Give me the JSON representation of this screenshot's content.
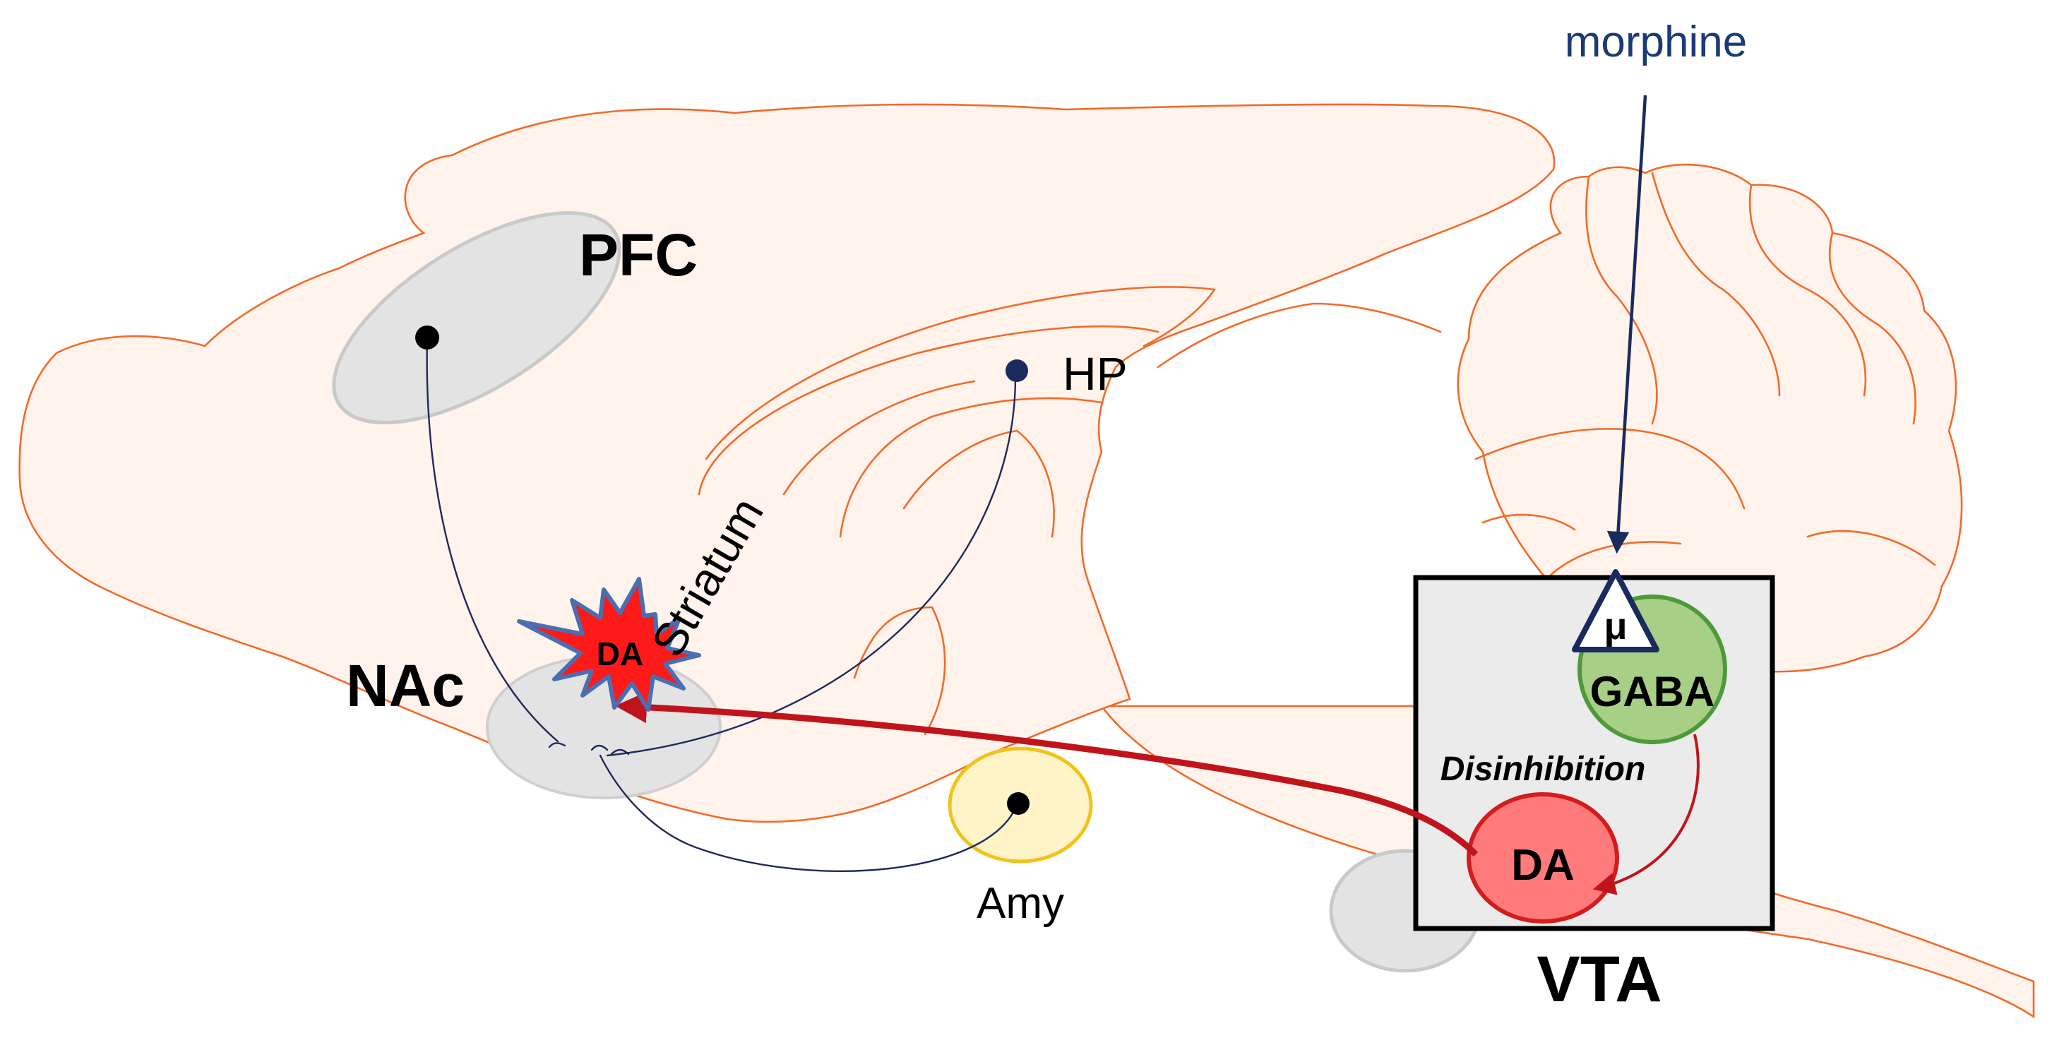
{
  "labels": {
    "morphine": "morphine",
    "pfc": "PFC",
    "hp": "HP",
    "striatum": "Striatum",
    "nac": "NAc",
    "da_burst": "DA",
    "amy": "Amy",
    "mu": "μ",
    "gaba": "GABA",
    "disinhibition": "Disinhibition",
    "da_neuron": "DA",
    "vta": "VTA"
  },
  "colors": {
    "brain_fill": "#fff3ec",
    "brain_outline": "#f26a2a",
    "region_gray": "#e3e3e3",
    "amy_fill": "#fff3c8",
    "amy_stroke": "#f3c21a",
    "gaba_fill": "#a8cf86",
    "gaba_stroke": "#4e9a3a",
    "da_fill": "#ff7a7a",
    "da_stroke": "#d41c1c",
    "da_burst": "#ff1a1a",
    "burst_outline": "#4a6fb0",
    "projection_arrow": "#c0141c",
    "morphine_arrow": "#1b2a5e",
    "fiber": "#1f2a5a",
    "vta_box_fill": "#ebebeb"
  },
  "icons": {
    "mu_receptor": "triangle-receptor-icon",
    "da_release": "starburst-icon"
  }
}
